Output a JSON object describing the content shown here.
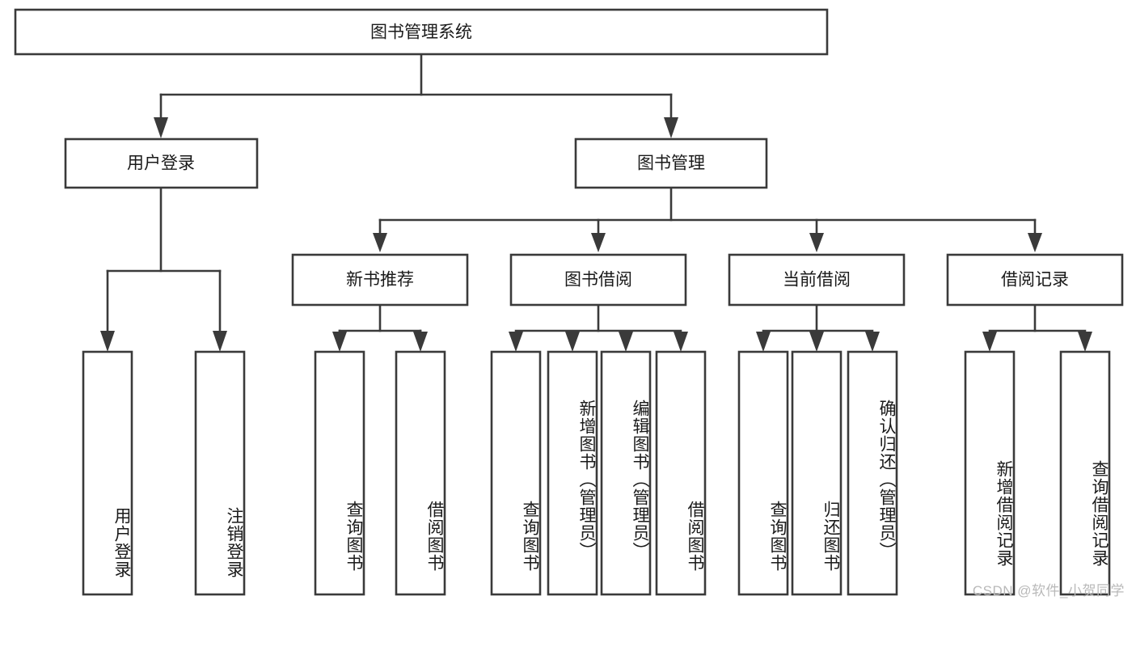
{
  "diagram": {
    "type": "tree",
    "title": "图书管理系统",
    "root": {
      "id": "root",
      "label": "图书管理系统",
      "orientation": "horizontal"
    },
    "level2": [
      {
        "id": "user-login",
        "label": "用户登录",
        "orientation": "horizontal"
      },
      {
        "id": "book-management",
        "label": "图书管理",
        "orientation": "horizontal"
      }
    ],
    "level3": [
      {
        "id": "new-book-recommend",
        "label": "新书推荐",
        "orientation": "horizontal",
        "parent": "book-management"
      },
      {
        "id": "book-borrow",
        "label": "图书借阅",
        "orientation": "horizontal",
        "parent": "book-management"
      },
      {
        "id": "current-borrow",
        "label": "当前借阅",
        "orientation": "horizontal",
        "parent": "book-management"
      },
      {
        "id": "borrow-record",
        "label": "借阅记录",
        "orientation": "horizontal",
        "parent": "book-management"
      }
    ],
    "leaves": [
      {
        "id": "leaf-user-login",
        "label": "用户登录",
        "parent": "user-login"
      },
      {
        "id": "leaf-logout",
        "label": "注销登录",
        "parent": "user-login"
      },
      {
        "id": "leaf-query-book-1",
        "label": "查询图书",
        "parent": "new-book-recommend"
      },
      {
        "id": "leaf-borrow-book-1",
        "label": "借阅图书",
        "parent": "new-book-recommend"
      },
      {
        "id": "leaf-query-book-2",
        "label": "查询图书",
        "parent": "book-borrow"
      },
      {
        "id": "leaf-add-book",
        "label": "新增图书（管理员）",
        "parent": "book-borrow"
      },
      {
        "id": "leaf-edit-book",
        "label": "编辑图书（管理员）",
        "parent": "book-borrow"
      },
      {
        "id": "leaf-borrow-book-2",
        "label": "借阅图书",
        "parent": "book-borrow"
      },
      {
        "id": "leaf-query-book-3",
        "label": "查询图书",
        "parent": "current-borrow"
      },
      {
        "id": "leaf-return-book",
        "label": "归还图书",
        "parent": "current-borrow"
      },
      {
        "id": "leaf-confirm-return",
        "label": "确认归还（管理员）",
        "parent": "current-borrow"
      },
      {
        "id": "leaf-add-borrow-record",
        "label": "新增借阅记录",
        "parent": "borrow-record"
      },
      {
        "id": "leaf-query-borrow-record",
        "label": "查询借阅记录",
        "parent": "borrow-record"
      }
    ],
    "colors": {
      "box_fill": "#ffffff",
      "box_stroke": "#3a3a3a",
      "text": "#1a1a1a",
      "background": "#ffffff",
      "watermark": "#b9b9b9"
    }
  },
  "watermark": {
    "text": "CSDN @软件_小贺同学"
  }
}
